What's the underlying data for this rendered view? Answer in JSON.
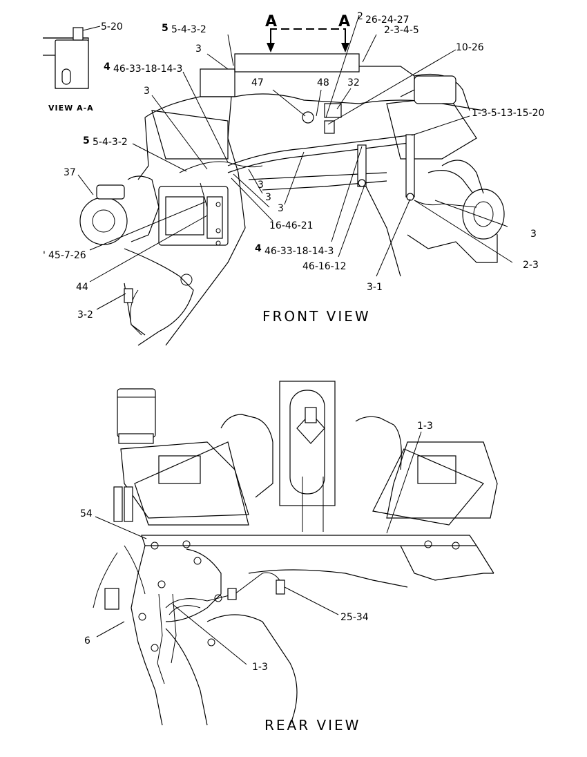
{
  "view_aa": {
    "title": "VIEW A-A",
    "callout": "5-20"
  },
  "section_marks": {
    "left": "A",
    "right": "A"
  },
  "front_view": {
    "title": "FRONT VIEW",
    "callouts": {
      "c_5_4_3_2_top": "5-4-3-2",
      "c_5_top_prefix": "5",
      "c_26_24_27": "26-24-27",
      "c_2": "2",
      "c_2_3_4_5": "2-3-4-5",
      "c_3_a": "3",
      "c_4_prefix_a": "4",
      "c_46_33_18_14_3_a": "46-33-18-14-3",
      "c_10_26": "10-26",
      "c_47": "47",
      "c_48": "48",
      "c_32": "32",
      "c_3_b": "3",
      "c_1_3_5_13_15_20": "1-3-5-13-15-20",
      "c_5_prefix_b": "5",
      "c_5_4_3_2_mid": "5-4-3-2",
      "c_37": "37",
      "c_3_c": "3",
      "c_3_d": "3",
      "c_3_e": "3",
      "c_16_46_21": "16-46-21",
      "c_3_right": "3",
      "c_4_prefix_b": "4",
      "c_46_33_18_14_3_b": "46-33-18-14-3",
      "c_45_7_26": "45-7-26",
      "c_45_prefix": "'",
      "c_46_16_12": "46-16-12",
      "c_2_3": "2-3",
      "c_44": "44",
      "c_3_1": "3-1",
      "c_3_2": "3-2"
    }
  },
  "rear_view": {
    "title": "REAR VIEW",
    "callouts": {
      "c_1_3_top": "1-3",
      "c_54": "54",
      "c_25_34": "25-34",
      "c_6": "6",
      "c_1_3_bottom": "1-3"
    }
  }
}
